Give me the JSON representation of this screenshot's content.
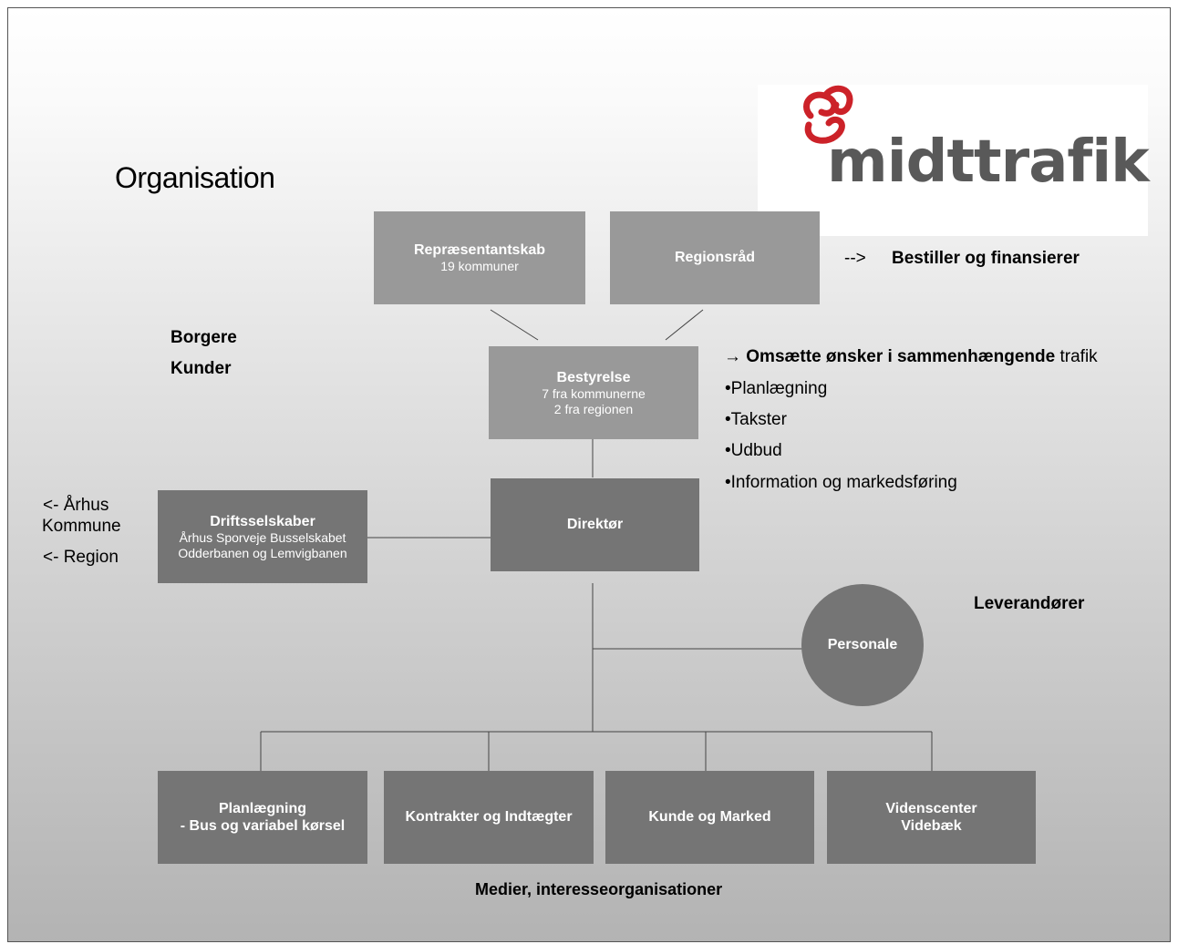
{
  "logo": {
    "wordmark": "midttrafik"
  },
  "title": "Organisation",
  "side_labels": {
    "borgere": "Borgere",
    "kunder": "Kunder",
    "aarhus": "<- Århus",
    "kommune": "Kommune",
    "region": "<- Region",
    "leverandoerer": "Leverandører",
    "medier": "Medier, interesseorganisationer",
    "bestiller": "-->",
    "bestiller_text": "Bestiller og finansierer"
  },
  "board_tasks": {
    "heading_arrow": "→",
    "heading_bold": "Omsætte ønsker i sammenhængende",
    "heading_rest": " trafik",
    "items": [
      "•Planlægning",
      "•Takster",
      "•Udbud",
      "•Information og markedsføring"
    ]
  },
  "boxes": {
    "repraesentantskab": {
      "title": "Repræsentantskab",
      "sub": "19 kommuner"
    },
    "regionsraad": {
      "title": "Regionsråd"
    },
    "bestyrelse": {
      "title": "Bestyrelse",
      "sub1": "7 fra kommunerne",
      "sub2": "2 fra regionen"
    },
    "direktoer": {
      "title": "Direktør"
    },
    "driftsselskaber": {
      "title": "Driftsselskaber",
      "sub1": "Århus Sporveje Busselskabet",
      "sub2": "Odderbanen og Lemvigbanen"
    },
    "personale": {
      "title": "Personale"
    },
    "planlaegning": {
      "line1": "Planlægning",
      "line2": "- Bus og variabel kørsel"
    },
    "kontrakter": {
      "title": "Kontrakter og Indtægter"
    },
    "kunde": {
      "title": "Kunde og Marked"
    },
    "videnscenter": {
      "line1": "Videnscenter",
      "line2": "Videbæk"
    }
  },
  "colors": {
    "light_box": "#999999",
    "dark_box": "#757575",
    "logo_red": "#cc2229",
    "logo_grey": "#595959"
  }
}
